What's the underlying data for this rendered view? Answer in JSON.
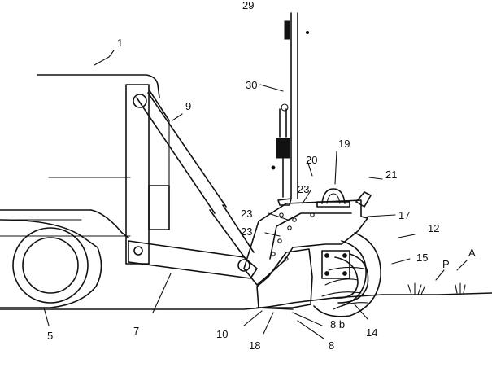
{
  "labels": {
    "n1": "1",
    "n5": "5",
    "n7": "7",
    "n8": "8",
    "n8b": "8 b",
    "n9": "9",
    "n10": "10",
    "n12": "12",
    "n14": "14",
    "n15": "15",
    "n17": "17",
    "n18": "18",
    "n19": "19",
    "n20": "20",
    "n21": "21",
    "n23a": "23",
    "n23b": "23",
    "n23c": "23",
    "n29": "29",
    "n30": "30",
    "p": "P",
    "a": "A"
  }
}
